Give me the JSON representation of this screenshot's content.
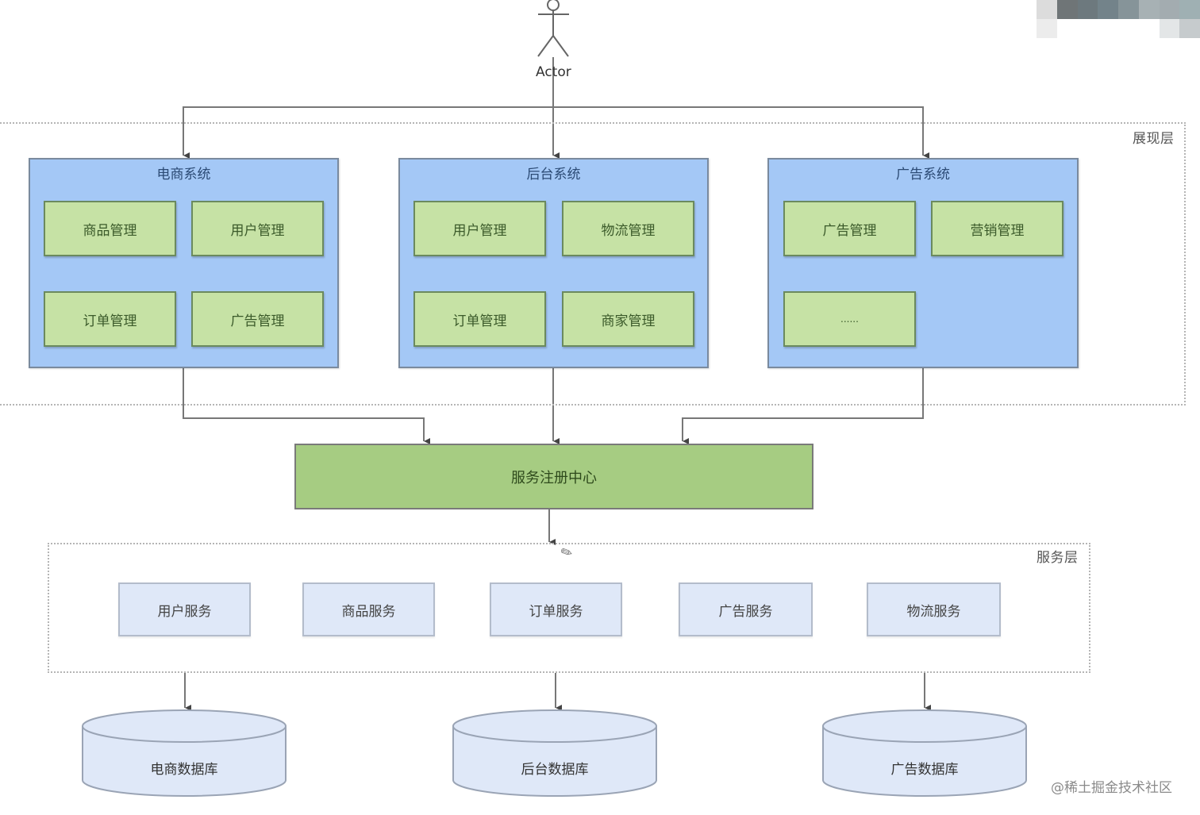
{
  "actor": {
    "label": "Actor"
  },
  "presentation_layer": {
    "label": "展现层",
    "systems": [
      {
        "title": "电商系统",
        "modules": [
          "商品管理",
          "用户管理",
          "订单管理",
          "广告管理"
        ]
      },
      {
        "title": "后台系统",
        "modules": [
          "用户管理",
          "物流管理",
          "订单管理",
          "商家管理"
        ]
      },
      {
        "title": "广告系统",
        "modules": [
          "广告管理",
          "营销管理",
          "......"
        ]
      }
    ]
  },
  "registry": {
    "label": "服务注册中心"
  },
  "service_layer": {
    "label": "服务层",
    "services": [
      "用户服务",
      "商品服务",
      "订单服务",
      "广告服务",
      "物流服务"
    ]
  },
  "databases": [
    "电商数据库",
    "后台数据库",
    "广告数据库"
  ],
  "watermark": "@稀土掘金技术社区",
  "colors": {
    "system_fill": "#a4c8f6",
    "module_fill": "#c6e2a5",
    "registry_fill": "#a6cc82",
    "service_fill": "#dfe8f8",
    "database_fill": "#dfe8f8"
  }
}
